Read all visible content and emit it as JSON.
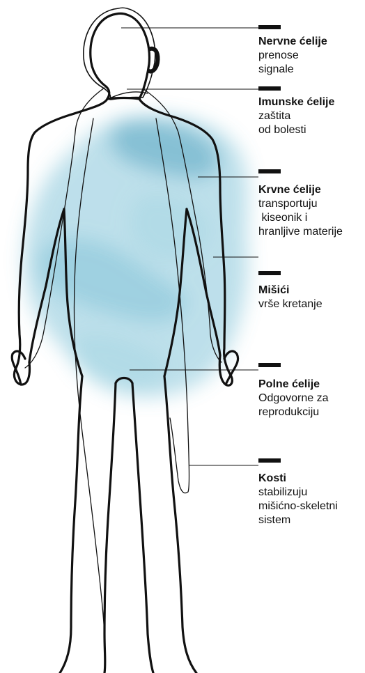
{
  "colors": {
    "outline": "#111111",
    "watercolor": "#5fb3cd",
    "marker": "#111111"
  },
  "labels": [
    {
      "title": "Nervne ćelije",
      "lines": [
        "prenose",
        "signale"
      ]
    },
    {
      "title": "Imunske ćelije",
      "lines": [
        "zaštita",
        "od bolesti"
      ]
    },
    {
      "title": "Krvne ćelije",
      "lines": [
        "transportuju",
        " kiseonik i",
        "hranljive materije"
      ]
    },
    {
      "title": "Mišići",
      "lines": [
        "vrše kretanje"
      ]
    },
    {
      "title": "Polne ćelije",
      "lines": [
        "Odgovorne za",
        "reprodukciju"
      ]
    },
    {
      "title": "Kosti",
      "lines": [
        "stabilizuju",
        "mišićno-skeletni",
        "sistem"
      ]
    }
  ]
}
